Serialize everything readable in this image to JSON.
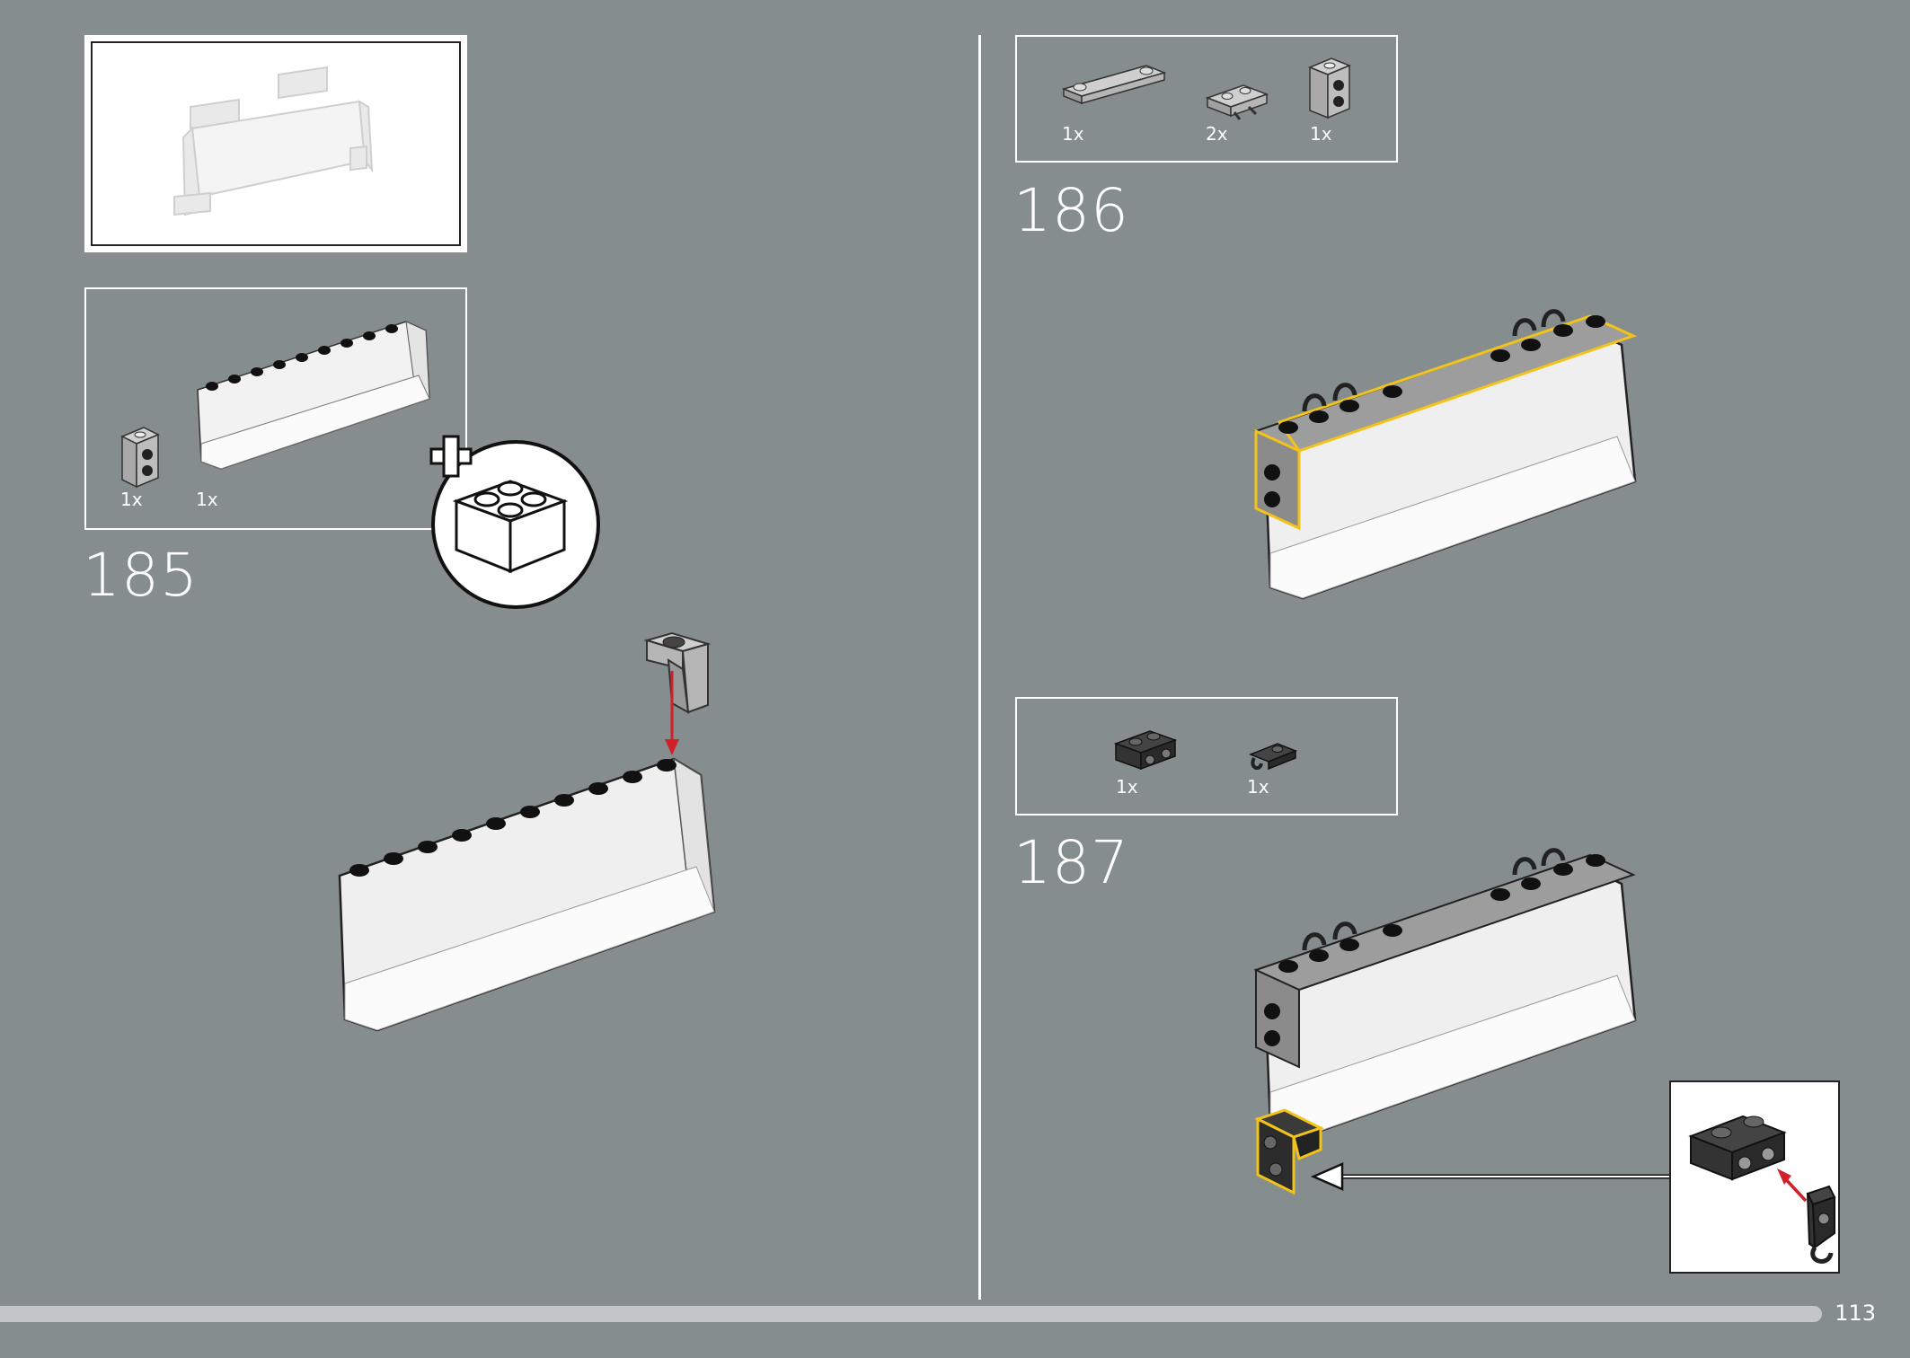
{
  "page_number": "113",
  "steps": [
    {
      "number": "185",
      "parts": [
        {
          "icon": "angle-bracket-2-studs-icon",
          "qty": "1x"
        },
        {
          "icon": "transparent-windscreen-panel-icon",
          "qty": "1x"
        }
      ],
      "add_to_base_icon": "add-subassembly-icon"
    },
    {
      "number": "186",
      "parts": [
        {
          "icon": "tile-plate-1x4-icon",
          "qty": "1x"
        },
        {
          "icon": "plate-with-clips-icon",
          "qty": "2x"
        },
        {
          "icon": "angle-bracket-2-studs-icon",
          "qty": "1x"
        }
      ]
    },
    {
      "number": "187",
      "parts": [
        {
          "icon": "black-bracket-plate-icon",
          "qty": "1x"
        },
        {
          "icon": "black-clip-plate-icon",
          "qty": "1x"
        }
      ]
    }
  ],
  "colors": {
    "background": "#858d8f",
    "highlight": "#f2c318",
    "arrow": "#d0202a"
  }
}
